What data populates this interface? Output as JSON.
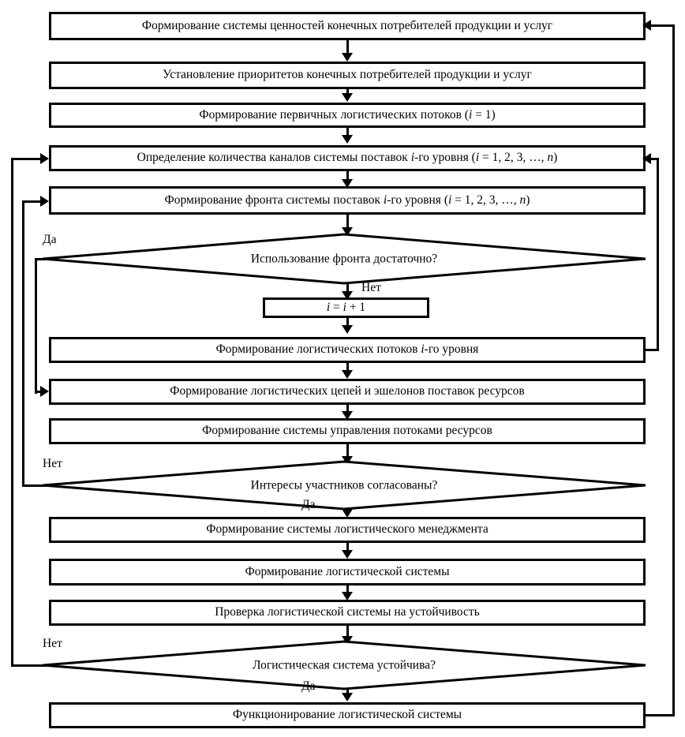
{
  "diagram": {
    "title": "Flowchart of logistics system formation",
    "language": "ru",
    "colors": {
      "stroke": "#000000",
      "fill": "#ffffff",
      "background": "#ffffff"
    },
    "nodes": {
      "n1": {
        "type": "process",
        "text": "Формирование системы ценностей конечных потребителей продукции и услуг"
      },
      "n2": {
        "type": "process",
        "text": "Установление приоритетов конечных потребителей продукции и услуг"
      },
      "n3": {
        "type": "process",
        "text": "Формирование первичных логистических потоков (i = 1)"
      },
      "n4": {
        "type": "process",
        "text": "Определение количества каналов системы поставок i-го уровня (i = 1, 2, 3, …, n)"
      },
      "n5": {
        "type": "process",
        "text": "Формирование фронта системы поставок i-го уровня (i = 1, 2, 3, …, n)"
      },
      "d1": {
        "type": "decision",
        "text": "Использование фронта достаточно?"
      },
      "n6": {
        "type": "process",
        "text": "i = i + 1"
      },
      "n7": {
        "type": "process",
        "text": "Формирование логистических потоков i-го уровня"
      },
      "n8": {
        "type": "process",
        "text": "Формирование логистических цепей и эшелонов поставок ресурсов"
      },
      "n9": {
        "type": "process",
        "text": "Формирование системы управления потоками ресурсов"
      },
      "d2": {
        "type": "decision",
        "text": "Интересы участников согласованы?"
      },
      "n10": {
        "type": "process",
        "text": "Формирование системы логистического менеджмента"
      },
      "n11": {
        "type": "process",
        "text": "Формирование логистической системы"
      },
      "n12": {
        "type": "process",
        "text": "Проверка логистической системы на устойчивость"
      },
      "d3": {
        "type": "decision",
        "text": "Логистическая система устойчива?"
      },
      "n13": {
        "type": "process",
        "text": "Функционирование логистической системы"
      }
    },
    "branch_labels": {
      "d1_yes": "Да",
      "d1_no": "Нет",
      "d2_no": "Нет",
      "d2_yes": "Да",
      "d3_no": "Нет",
      "d3_yes": "Да"
    }
  }
}
